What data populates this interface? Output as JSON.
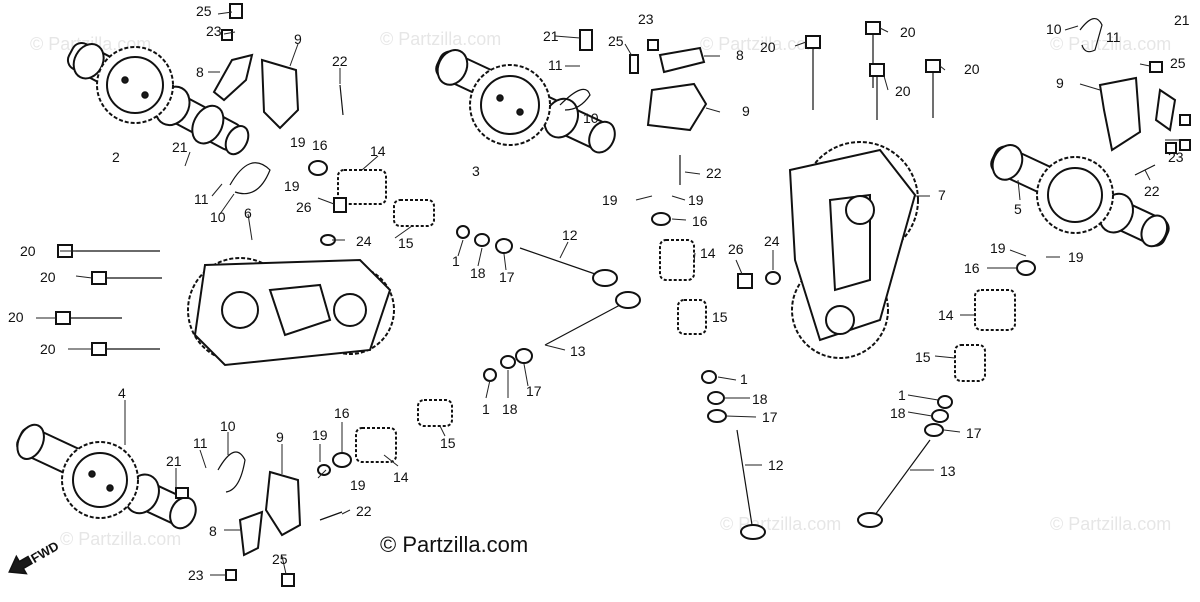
{
  "copyright": "© Partzilla.com",
  "watermark_text": "© Partzilla.com",
  "fwd_label": "FWD",
  "labels": {
    "n1": "1",
    "n2": "2",
    "n3": "3",
    "n4": "4",
    "n5": "5",
    "n6": "6",
    "n7": "7",
    "n8": "8",
    "n9": "9",
    "n10": "10",
    "n11": "11",
    "n12": "12",
    "n13": "13",
    "n14": "14",
    "n15": "15",
    "n16": "16",
    "n17": "17",
    "n18": "18",
    "n19": "19",
    "n20": "20",
    "n21": "21",
    "n22": "22",
    "n23": "23",
    "n24": "24",
    "n25": "25",
    "n26": "26"
  },
  "colors": {
    "ink": "#111111",
    "watermark": "#c9c9c9",
    "background": "#ffffff"
  }
}
